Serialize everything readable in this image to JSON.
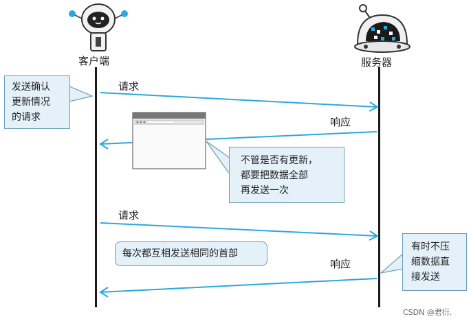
{
  "actors": {
    "client": "客户端",
    "server": "服务器"
  },
  "messages": {
    "request1": "请求",
    "response1": "响应",
    "request2": "请求",
    "response2": "响应"
  },
  "notes": {
    "left": [
      "发送确认",
      "更新情况",
      "的请求"
    ],
    "middle": [
      "不管是否有更新，",
      "都要把数据全部",
      "再发送一次"
    ],
    "bottom": "每次都互相发送相同的首部",
    "right": [
      "有时不压",
      "缩数据直",
      "接发送"
    ]
  },
  "watermark": "CSDN @君衍."
}
